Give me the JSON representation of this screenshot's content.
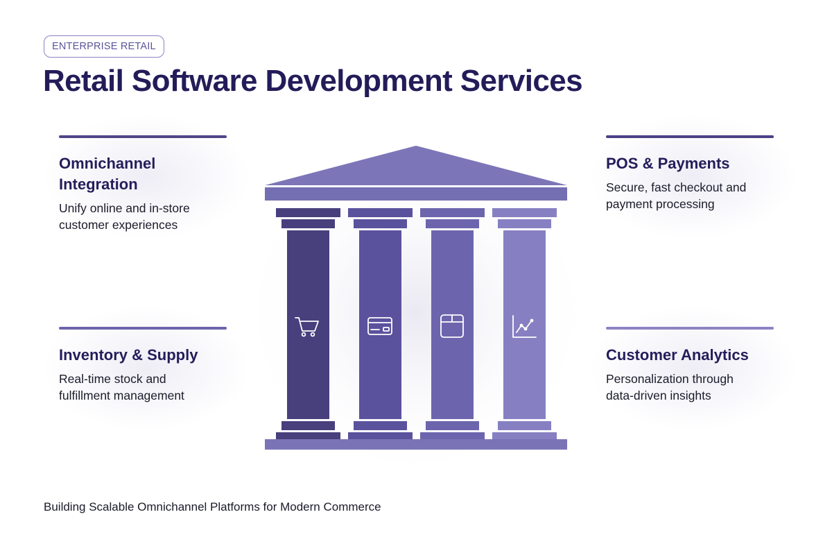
{
  "badge": "ENTERPRISE RETAIL",
  "title": "Retail Software Development Services",
  "cards": [
    {
      "title": "Omnichannel Integration",
      "title_line1": "Omnichannel",
      "title_line2": "Integration",
      "desc_line1": "Unify online and in-store",
      "desc_line2": "customer experiences"
    },
    {
      "title": "POS & Payments",
      "desc_line1": "Secure, fast checkout and",
      "desc_line2": "payment processing"
    },
    {
      "title": "Inventory & Supply",
      "desc_line1": "Real-time stock and",
      "desc_line2": "fulfillment management"
    },
    {
      "title": "Customer Analytics",
      "desc_line1": "Personalization through",
      "desc_line2": "data-driven insights"
    }
  ],
  "pillars": [
    {
      "icon": "shopping-cart-icon",
      "color": "#483f7d"
    },
    {
      "icon": "credit-card-icon",
      "color": "#5a529d"
    },
    {
      "icon": "package-box-icon",
      "color": "#6c65ad"
    },
    {
      "icon": "analytics-chart-icon",
      "color": "#8680c2"
    }
  ],
  "colors": {
    "roof": "#7d77b9",
    "base": "#7d77b9",
    "title": "#231c59",
    "badge_border": "#8a83c4"
  },
  "footer": "Building Scalable Omnichannel Platforms for Modern Commerce"
}
